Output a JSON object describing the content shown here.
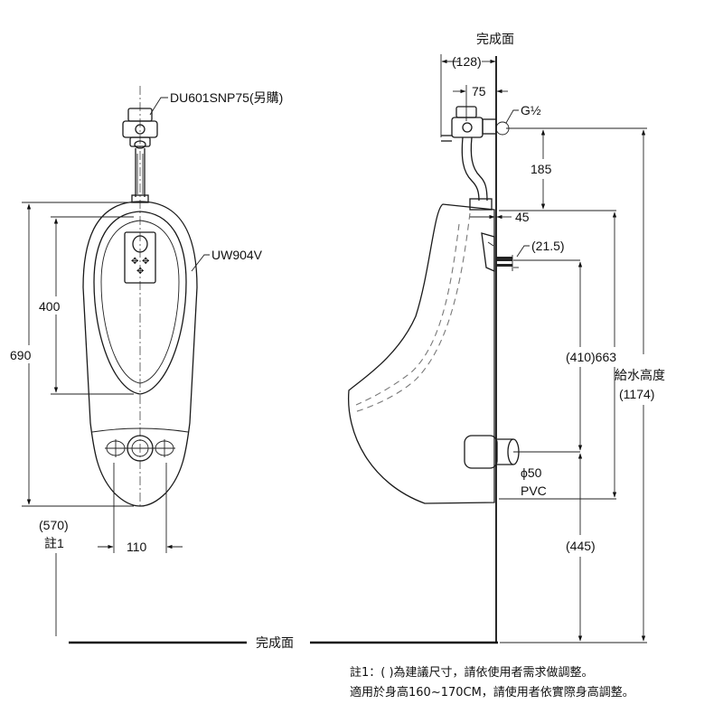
{
  "labels": {
    "finished_face_top": "完成面",
    "finished_face_floor": "完成面",
    "flush_valve_model": "DU601SNP75(另購)",
    "urinal_model": "UW904V",
    "thread_spec": "G½",
    "drain_size": "ϕ50",
    "drain_material": "PVC",
    "supply_height_label": "給水高度",
    "supply_height_value": "(1174)",
    "note_ref": "註1"
  },
  "dimensions": {
    "d_128": "(128)",
    "d_75": "75",
    "d_185": "185",
    "d_45": "45",
    "d_21_5": "(21.5)",
    "d_410_663": "(410)663",
    "d_445": "(445)",
    "d_400": "400",
    "d_690": "690",
    "d_570": "(570)",
    "d_110": "110"
  },
  "notes": {
    "line1": "註1：( )為建議尺寸，請依使用者需求做調整。",
    "line2": "適用於身高160~170CM，請使用者依實際身高調整。"
  }
}
